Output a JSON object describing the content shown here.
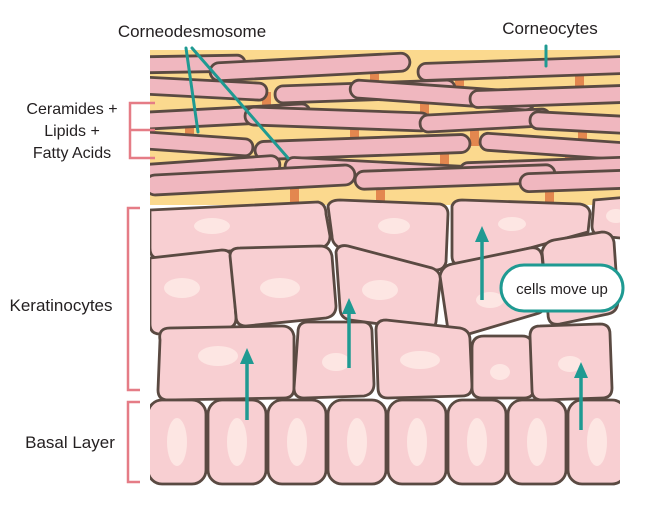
{
  "labels": {
    "corneodesmosome": "Corneodesmosome",
    "corneocytes": "Corneocytes",
    "ceramides_line1": "Ceramides +",
    "ceramides_line2": "Lipids +",
    "ceramides_line3": "Fatty Acids",
    "keratinocytes": "Keratinocytes",
    "basal_layer": "Basal Layer",
    "cells_move_up": "cells move up"
  },
  "colors": {
    "outline": "#5a4a42",
    "lipid_fill": "#fbd98e",
    "corneocyte_fill": "#f0b7bf",
    "keratinocyte_fill": "#f8cfd2",
    "nucleus_fill": "#fde6e3",
    "desmosome": "#e3874f",
    "pointer_teal": "#1f9a92",
    "bracket_pink": "#e57c86"
  }
}
